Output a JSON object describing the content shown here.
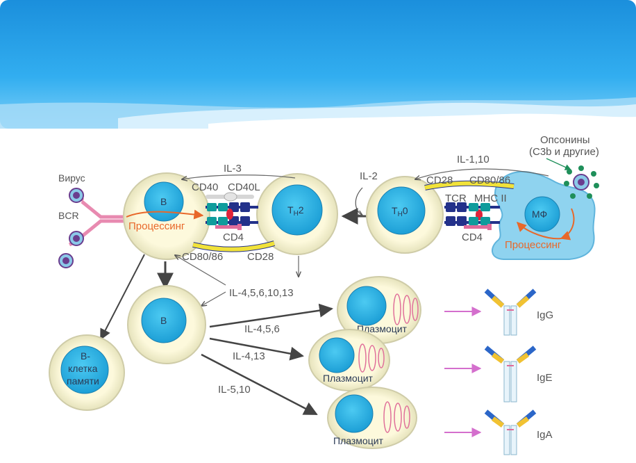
{
  "labels": {
    "virus": "Вирус",
    "bcr": "BCR",
    "il3": "IL-3",
    "cd40": "CD40",
    "cd40l": "CD40L",
    "b_cell": "B",
    "th2": "Т",
    "th2_sub": "Н",
    "th2_num": "2",
    "th0": "Т",
    "th0_sub": "Н",
    "th0_num": "0",
    "processing_b": "Процессинг",
    "cd4_left": "CD4",
    "cd80_86_left": "CD80/86",
    "cd28_left": "CD28",
    "il2": "IL-2",
    "il1_10": "IL-1,10",
    "cd28_right": "CD28",
    "cd80_86_right": "CD80/86",
    "tcr": "TCR",
    "mhc2": "MHC II",
    "cd4_right": "CD4",
    "mf": "МФ",
    "processing_mf": "Процессинг",
    "opsonins_line1": "Опсонины",
    "opsonins_line2": "(С3b и другие)",
    "il_4_5_6_10_13": "IL-4,5,6,10,13",
    "b_cell_2": "B",
    "memory_line1": "B-",
    "memory_line2": "клетка",
    "memory_line3": "памяти",
    "il_4_5_6": "IL-4,5,6",
    "il_4_13": "IL-4,13",
    "il_5_10": "IL-5,10",
    "plasma_1": "Плазмоцит",
    "plasma_2": "Плазмоцит",
    "plasma_3": "Плазмоцит",
    "igg": "IgG",
    "ige": "IgE",
    "iga": "IgA"
  },
  "colors": {
    "header_sky": "#1ea0e8",
    "header_light": "#bfe6fb",
    "cell_body": "#fbf7d6",
    "cell_ring": "#d9d7b5",
    "nucleus": "#2ab4e6",
    "macrophage": "#8fd3ef",
    "pink_arrow": "#d46fcd",
    "dark_arrow": "#4a4a4a",
    "processing": "#e8682a",
    "receptor_navy": "#23318a",
    "receptor_teal": "#0f9c9c",
    "yellow_band": "#f1e23a",
    "opsonin_green": "#1f8f5a"
  }
}
